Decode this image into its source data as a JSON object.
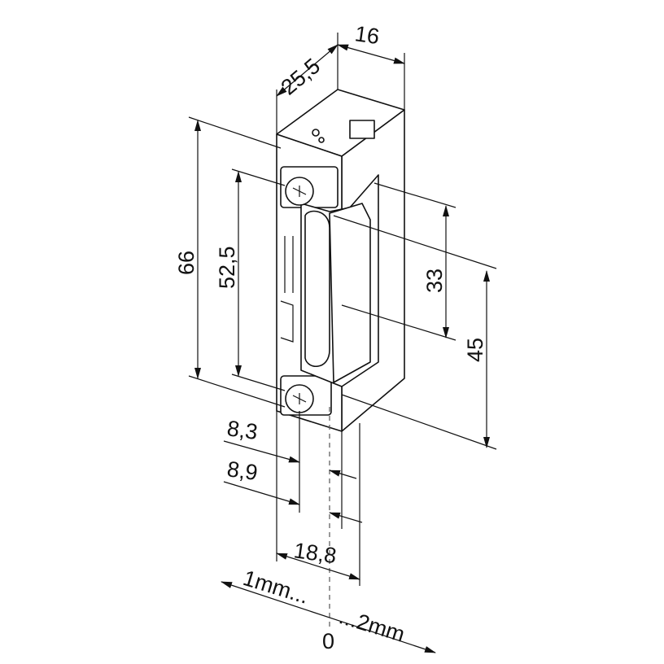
{
  "dimensions": {
    "depth": "25,5",
    "width_side": "16",
    "height_total": "66",
    "screw_spacing": "52,5",
    "latch_33": "33",
    "latch_45": "45",
    "offset_8_3": "8,3",
    "offset_8_9": "8,9",
    "front_width": "18,8"
  },
  "adjustment": {
    "left": "1mm...",
    "right": "...2mm",
    "zero": "0"
  }
}
